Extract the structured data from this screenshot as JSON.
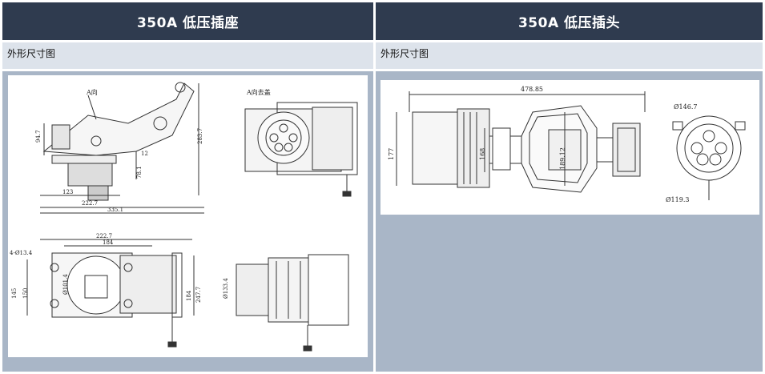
{
  "columns": [
    {
      "title": "350A 低压插座",
      "subtitle": "外形尺寸图",
      "drawing": {
        "caption": "A向去盖",
        "view_label": "A向",
        "dimensions": {
          "d1": "94.7",
          "d2": "283.7",
          "d3": "12",
          "d4": "78.1",
          "d5": "123",
          "d6": "222.7",
          "d7": "335.1",
          "d8": "222.7",
          "d9": "184",
          "d10": "4-Ø13.4",
          "d11": "145",
          "d12": "150",
          "d13": "Ø101.4",
          "d14": "184",
          "d15": "247.7",
          "d16": "Ø133.4"
        }
      }
    },
    {
      "title": "350A 低压插头",
      "subtitle": "外形尺寸图",
      "drawing": {
        "dimensions": {
          "d1": "478.85",
          "d2": "177",
          "d3": "168",
          "d4": "189.12",
          "d5": "Ø146.7",
          "d6": "Ø119.3"
        }
      }
    }
  ],
  "colors": {
    "header_bg": "#2f3b4f",
    "subheader_bg": "#dde3eb",
    "panel_bg": "#a9b6c7"
  }
}
